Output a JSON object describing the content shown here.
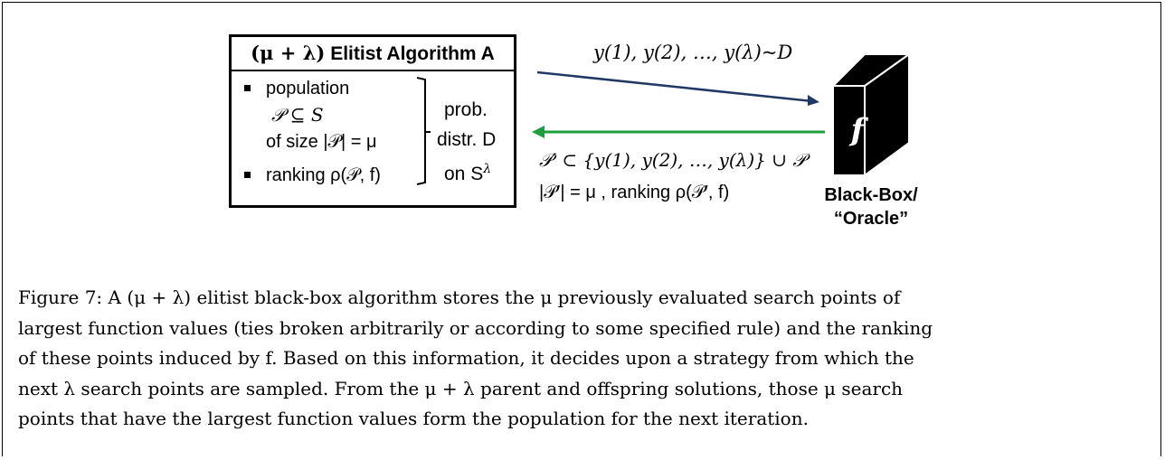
{
  "algorithm": {
    "title_math": "(μ + λ)",
    "title_text": "Elitist Algorithm A",
    "bullet1_word": "population",
    "bullet1_math": "𝒫 ⊆ S",
    "bullet1_size": "of size |𝒫| = μ",
    "bullet2": "ranking ρ(𝒫, f)",
    "right_label_1": "prob.",
    "right_label_2": "distr. D",
    "right_label_3": "on S",
    "right_label_3_sup": "λ"
  },
  "arrows": {
    "top_label": "y(1), y(2), …, y(λ)~D",
    "bottom_label_1": "𝒫′ ⊂ {y(1), y(2), …, y(λ)} ∪ 𝒫",
    "bottom_label_2": "|𝒫′| = μ , ranking ρ(𝒫′, f)",
    "top_arrow_color": "#1f3864",
    "bottom_arrow_color": "#1e9e3e"
  },
  "oracle": {
    "symbol": "f",
    "label_1": "Black-Box/",
    "label_2": "“Oracle”"
  },
  "caption": {
    "line1": "Figure 7: A (μ + λ) elitist black-box algorithm stores the μ previously evaluated search points of",
    "line2": "largest function values (ties broken arbitrarily or according to some specified rule) and the ranking",
    "line3": "of these points induced by f. Based on this information, it decides upon a strategy from which the",
    "line4": "next λ search points are sampled. From the μ + λ parent and offspring solutions, those μ search",
    "line5": "points that have the largest function values form the population for the next iteration."
  }
}
